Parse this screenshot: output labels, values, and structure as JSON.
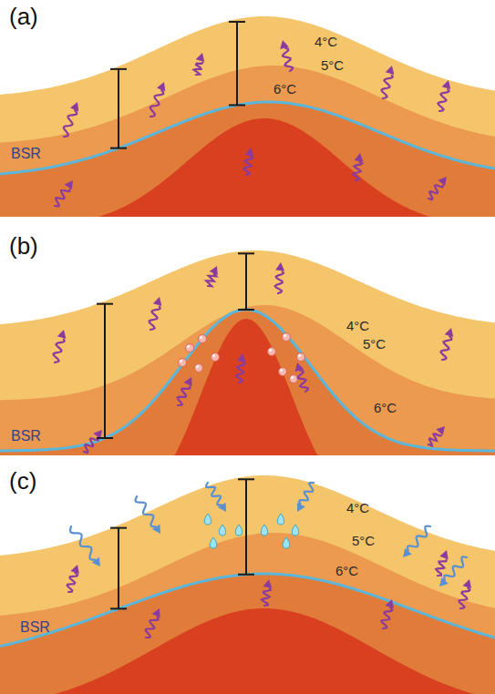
{
  "diagram": {
    "labels": [
      "(a)",
      "4°C",
      "5°C",
      "6°C",
      "BSR",
      "(b)",
      "4°C",
      "5°C",
      "6°C",
      "BSR",
      "(c)",
      "4°C",
      "5°C",
      "6°C",
      "BSR"
    ]
  }
}
